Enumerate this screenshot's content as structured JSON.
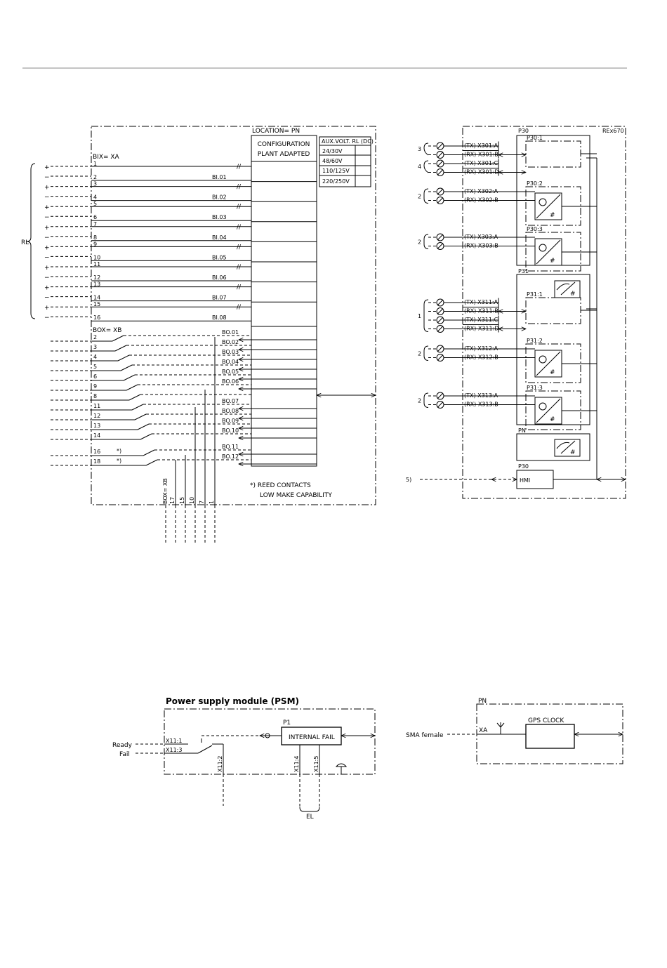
{
  "left": {
    "location": "LOCATION= PN",
    "config": [
      "CONFIGURATION",
      "PLANT ADAPTED"
    ],
    "aux_header": "AUX.VOLT. RL (DC)",
    "aux_rows": [
      "24/30V",
      "48/60V",
      "110/125V",
      "220/250V"
    ],
    "bix": "BIX= XA",
    "bix_pins": [
      "1",
      "2",
      "3",
      "4",
      "5",
      "6",
      "7",
      "8",
      "9",
      "10",
      "11",
      "12",
      "13",
      "14",
      "15",
      "16"
    ],
    "bi": [
      "BI.01",
      "BI.02",
      "BI.03",
      "BI.04",
      "BI.05",
      "BI.06",
      "BI.07",
      "BI.08"
    ],
    "rl": "RL",
    "plus": "+",
    "minus": "−",
    "slash": "//",
    "box": "BOX= XB",
    "box_pins": [
      "2",
      "3",
      "4",
      "5",
      "6",
      "9",
      "8",
      "11",
      "12",
      "13",
      "14",
      "16",
      "18"
    ],
    "bo": [
      "BO.01",
      "BO.02",
      "BO.03",
      "BO.04",
      "BO.05",
      "BO.06",
      "BO.07",
      "BO.08",
      "BO.09",
      "BO.10",
      "BO.11",
      "BO.12"
    ],
    "reed_mark": "*)",
    "box_bottom": "BOX= XB",
    "bottom_pins": [
      "17",
      "15",
      "10",
      "7",
      "1"
    ],
    "note": [
      "*) REED CONTACTS",
      "LOW MAKE CAPABILITY"
    ]
  },
  "right": {
    "device": "REx670",
    "p30": "P30",
    "p31": "P31",
    "pn": "PN",
    "sub": [
      "P30:1",
      "P30:2",
      "P30:3",
      "P31:1",
      "P31:2",
      "P31:3"
    ],
    "ports": [
      [
        "(TX)  X301:A",
        "(RX)  X301:B",
        "(TX)  X301:C",
        "(RX)  X301:D"
      ],
      [
        "(TX)  X302:A",
        "(RX)  X302:B"
      ],
      [
        "(TX)  X303:A",
        "(RX)  X303:B"
      ],
      [
        "(TX)  X311:A",
        "(RX)  X311:B",
        "(TX)  X311:C",
        "(RX)  X311:D"
      ],
      [
        "(TX)  X312:A",
        "(RX)  X312:B"
      ],
      [
        "(TX)  X313:A",
        "(RX)  X313:B"
      ]
    ],
    "brackets": [
      "3",
      "4",
      "2",
      "2",
      "1",
      "2",
      "2"
    ],
    "hmi_label": "P30",
    "hmi": "HMI",
    "five": "5)"
  },
  "psm": {
    "title": "Power supply module (PSM)",
    "p1": "P1",
    "fail_box": "INTERNAL FAIL",
    "ready": "Ready",
    "fail": "Fail",
    "x1": "X11:1",
    "x3": "X11:3",
    "x2": "X11:2",
    "x4": "X11:4",
    "x5": "X11:5",
    "el": "EL"
  },
  "gps": {
    "pn": "PN",
    "xa": "XA",
    "sma": "SMA female",
    "clock": "GPS CLOCK"
  }
}
